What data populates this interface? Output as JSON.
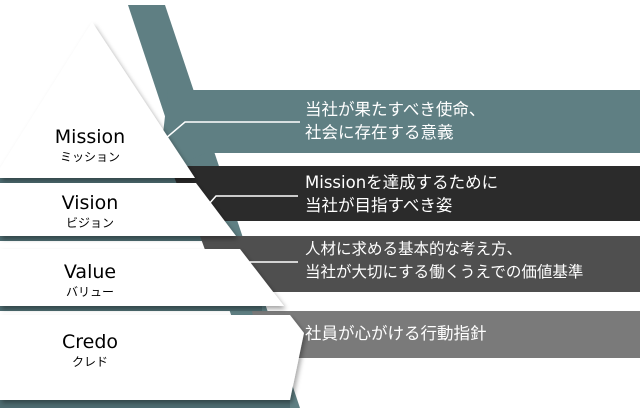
{
  "colors": {
    "band_teal": "#5f7f83",
    "band_teal_dark": "#4d6b70",
    "band_black": "#2b2b2b",
    "band_dark_gray": "#4f4f4f",
    "band_mid_gray": "#7a7a7a",
    "leader_line": "#ffffff",
    "pyramid_fill": "#ffffff",
    "text_light": "#ffffff",
    "text_dark": "#000000"
  },
  "tiers": [
    {
      "label_en": "Mission",
      "label_ja": "ミッション",
      "line1": "当社が果たすべき使命、",
      "line2": "社会に存在する意義"
    },
    {
      "label_en": "Vision",
      "label_ja": "ビジョン",
      "line1": "Missionを達成するために",
      "line2": "当社が目指すべき姿"
    },
    {
      "label_en": "Value",
      "label_ja": "バリュー",
      "line1": "人材に求める基本的な考え方、",
      "line2": "当社が大切にする働くうえでの価値基準"
    },
    {
      "label_en": "Credo",
      "label_ja": "クレド",
      "line1": "社員が心がける行動指針",
      "line2": ""
    }
  ]
}
